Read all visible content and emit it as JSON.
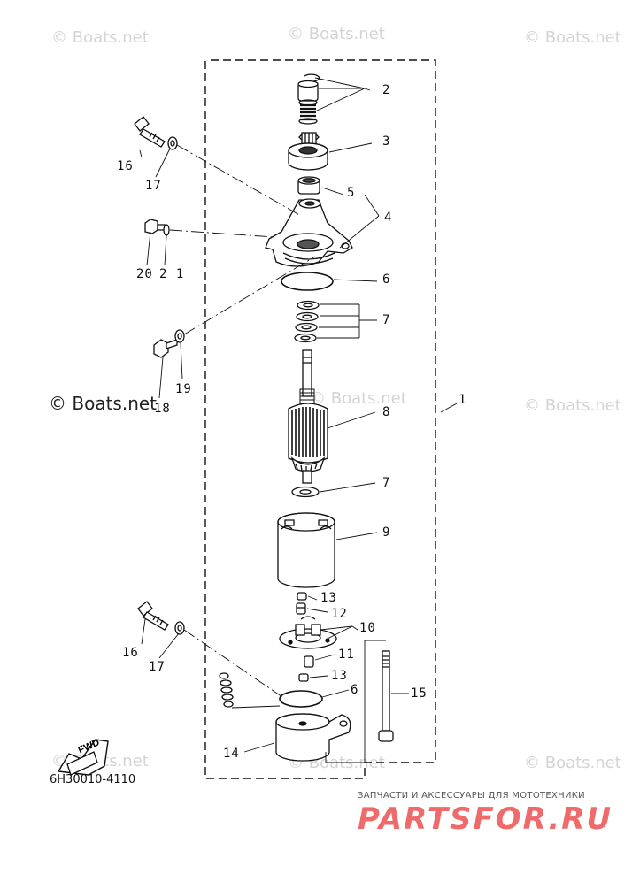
{
  "watermarks": {
    "text": "© Boats.net",
    "prominent": "© Boats.net"
  },
  "callouts": {
    "c1": "1",
    "c2": "2",
    "c3": "3",
    "c4": "4",
    "c5": "5",
    "c6a": "6",
    "c6b": "6",
    "c7a": "7",
    "c7b": "7",
    "c8": "8",
    "c9": "9",
    "c10": "10",
    "c11": "11",
    "c12": "12",
    "c13a": "13",
    "c13b": "13",
    "c14": "14",
    "c15": "15",
    "c16a": "16",
    "c16b": "16",
    "c17a": "17",
    "c17b": "17",
    "c18": "18",
    "c19": "19",
    "c20": "20",
    "c21": "2 1"
  },
  "fwd_label": "FWD",
  "part_code": "6H30010-4110",
  "shop": {
    "tagline": "ЗАПЧАСТИ И АКСЕССУАРЫ ДЛЯ МОТОТЕХНИКИ",
    "logo": "PARTSFOR.RU"
  },
  "colors": {
    "ink": "#111111",
    "watermark": "#d4d4d4",
    "logo": "#ef6b6b"
  }
}
